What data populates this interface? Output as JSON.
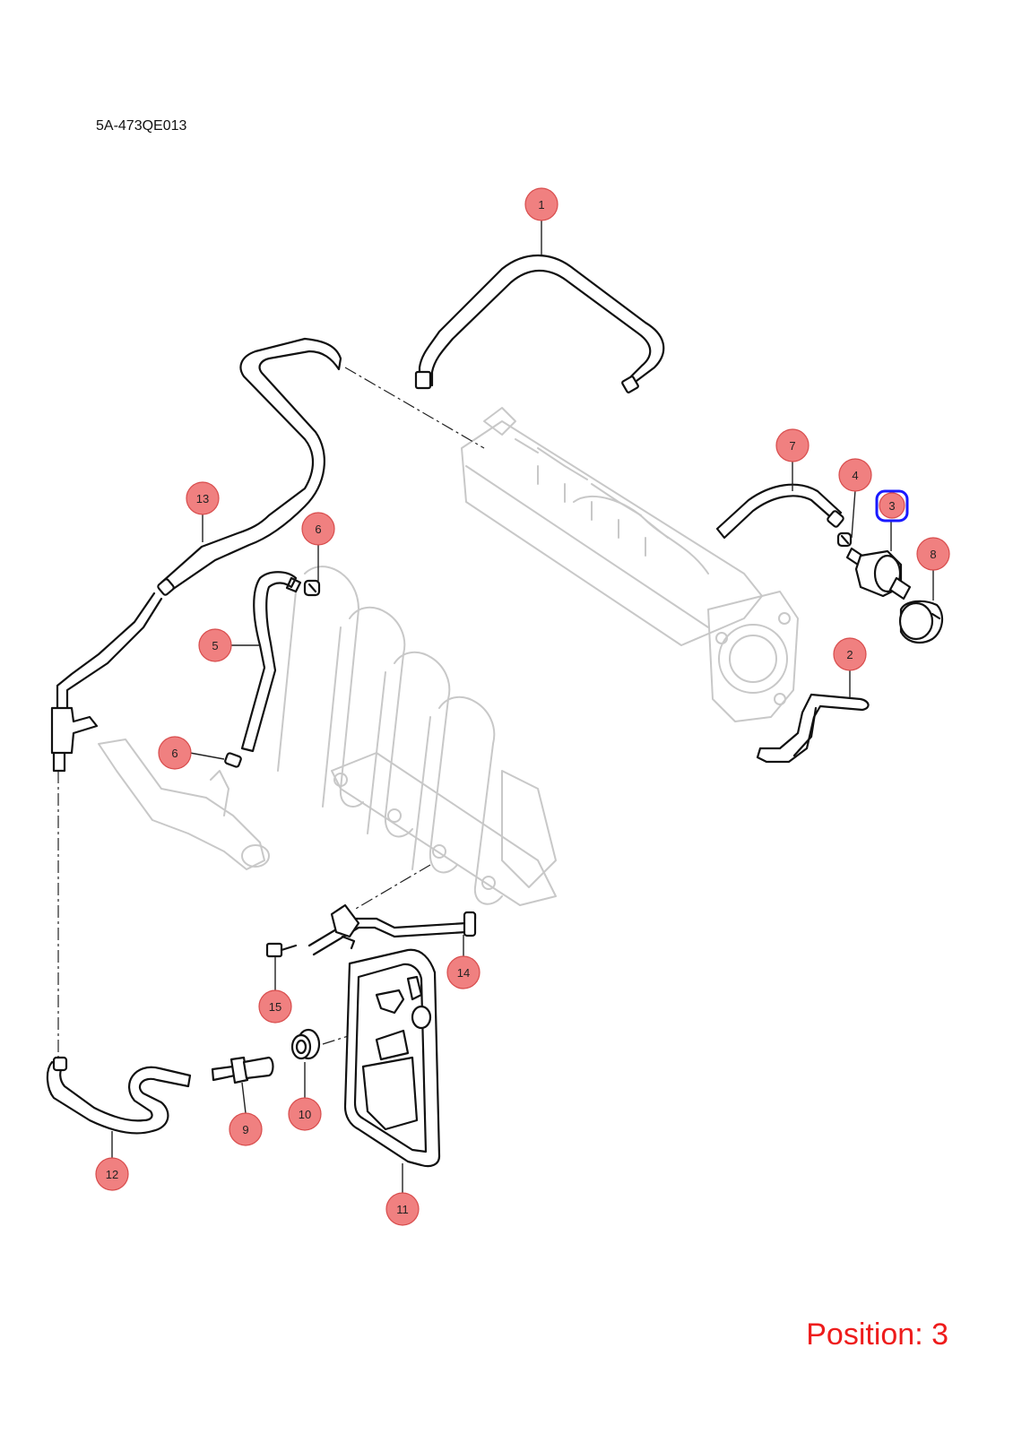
{
  "diagram": {
    "code": "5A-473QE013",
    "position_label": "Position: 3",
    "selected": "3",
    "colors": {
      "callout_fill": "#f08080",
      "callout_stroke": "#d84c4c",
      "selected_stroke": "#1a1aff",
      "position_text": "#ee1c1c"
    },
    "callouts": [
      "1",
      "2",
      "3",
      "4",
      "5",
      "6",
      "6",
      "7",
      "8",
      "9",
      "10",
      "11",
      "12",
      "13",
      "14",
      "15"
    ]
  }
}
